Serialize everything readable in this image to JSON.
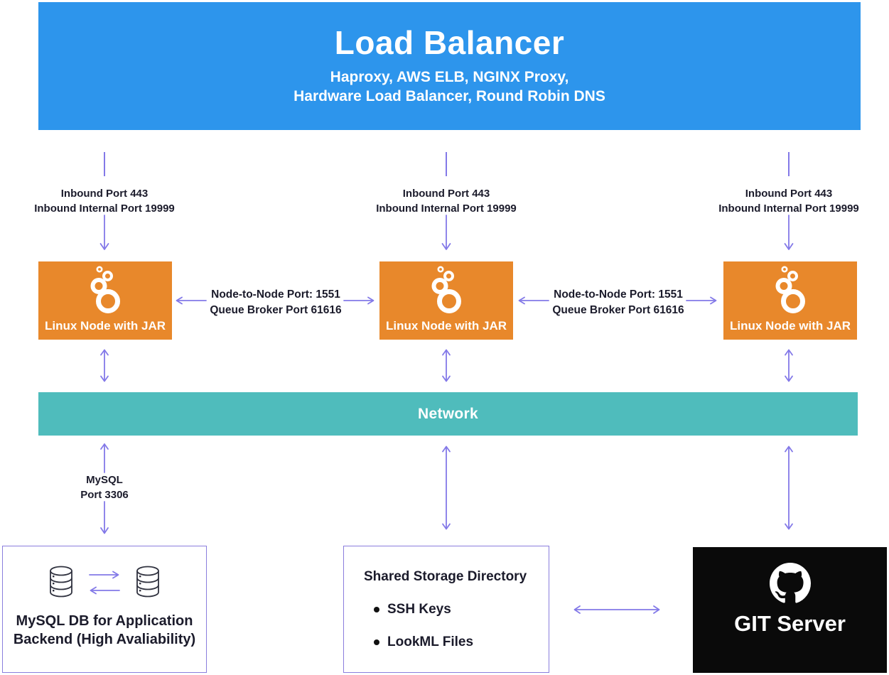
{
  "load_balancer": {
    "title": "Load Balancer",
    "subtitle_lines": [
      "Haproxy, AWS ELB, NGINX Proxy,",
      "Hardware Load Balancer, Round Robin DNS"
    ]
  },
  "inbound_label": {
    "line1": "Inbound Port 443",
    "line2": "Inbound Internal Port 19999"
  },
  "node_box": {
    "label": "Linux Node with JAR"
  },
  "node_link_label": {
    "line1": "Node-to-Node Port: 1551",
    "line2": "Queue Broker Port 61616"
  },
  "network": {
    "label": "Network"
  },
  "mysql_link_label": {
    "line1": "MySQL",
    "line2": "Port 3306"
  },
  "mysql_db_box": {
    "caption_line1": "MySQL DB for Application",
    "caption_line2": "Backend (High Avaliability)"
  },
  "shared_storage_box": {
    "title": "Shared Storage Directory",
    "items": [
      "SSH Keys",
      "LookML Files"
    ]
  },
  "git_server_box": {
    "label": "GIT Server"
  },
  "icons": {
    "node_box_icon": "looker-logo-icon",
    "mysql_db_icon": "database-icon",
    "git_server_icon": "github-icon",
    "connector_icon": "purple-arrow-icon"
  },
  "colors": {
    "banner_blue": "#2D95EC",
    "node_orange": "#E8882B",
    "network_teal": "#4FBCBC",
    "arrow_purple": "#8379E8",
    "box_border_purple": "#8A7EDD",
    "text_dark": "#1B1B2B",
    "git_black": "#0A0A0A",
    "white": "#FFFFFF"
  }
}
